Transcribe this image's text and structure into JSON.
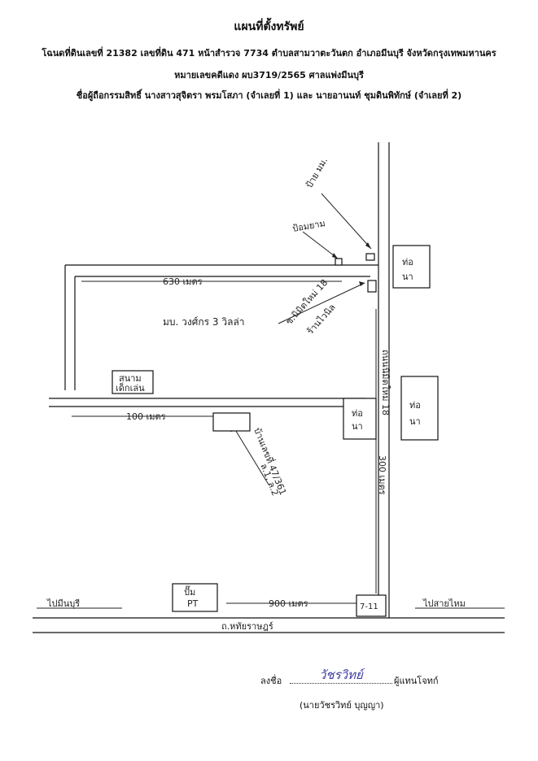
{
  "header": {
    "title": "แผนที่ตั้งทรัพย์",
    "deed": "โฉนดที่ดินเลขที่ 21382 เลขที่ดิน 471 หน้าสำรวจ 7734 ตำบลสามวาตะวันตก อำเภอมีนบุรี จังหวัดกรุงเทพมหานคร",
    "case": "หมายเลขคดีแดง ผบ3719/2565  ศาลแพ่งมีนบุรี",
    "owners": "ชื่อผู้ถือกรรมสิทธิ์  นางสาวสุจิตรา  พรมโสภา  (จำเลยที่ 1) และ นายอานนท์  ชุมดินพิทักษ์ (จำเลยที่ 2)"
  },
  "map": {
    "labels": {
      "sign_mm": "ป้าย มม.",
      "guard_booth": "ป้อมยาม",
      "dist_630": "630 เมตร",
      "village": "มบ. วงศ์กร 3 วิลล่า",
      "soi_nimit": "ซ.นิมิตใหม่ 18",
      "tin_shop": "ร้านไวนิล",
      "pond_1a": "ท่อ",
      "pond_1b": "นา",
      "playground_a": "สนาม",
      "playground_b": "เด็กเล่น",
      "dist_100": "100 เมตร",
      "house_a": "บ้านเลขที่ 47/361",
      "house_b": "ล.1, ล.2",
      "road_name_vert": "ถนนนิมิตใหม่ 18",
      "dist_vert": "300 เมตร",
      "pond_2a": "ท่อ",
      "pond_2b": "นา",
      "pond_3a": "ท่อ",
      "pond_3b": "นา",
      "pump_a": "ปั๊ม",
      "pump_b": "PT",
      "dist_900": "900 เมตร",
      "seven": "7-11",
      "to_minburi": "ไปมีนบุรี",
      "to_saimai": "ไปสายไหม",
      "main_road": "ถ.หทัยราษฎร์"
    }
  },
  "signature": {
    "label": "ลงชื่อ",
    "scribble": "วัชรวิทย์",
    "role": "ผู้แทนโจทก์",
    "name": "(นายวัชรวิทย์   บุญญา)"
  }
}
